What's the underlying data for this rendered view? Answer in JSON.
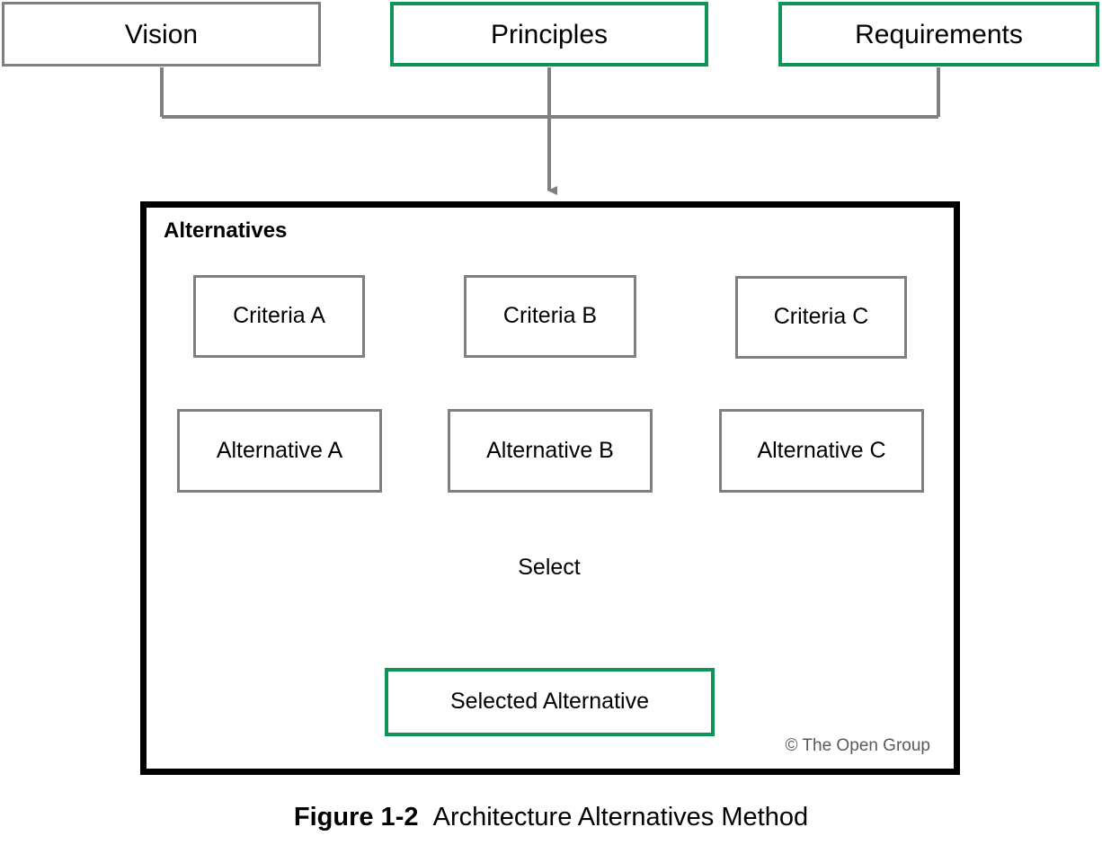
{
  "figure": {
    "caption_label": "Figure 1-2",
    "caption_title": "Architecture Alternatives Method",
    "copyright": "© The Open Group"
  },
  "colors": {
    "accent_green": "#0e9457",
    "connector_gray": "#808080",
    "box_gray": "#808080",
    "container_black": "#000000",
    "copyright_gray": "#5a5a5a",
    "background": "#ffffff"
  },
  "inputs": [
    {
      "id": "vision",
      "label": "Vision",
      "style": "gray"
    },
    {
      "id": "principles",
      "label": "Principles",
      "style": "green"
    },
    {
      "id": "requirements",
      "label": "Requirements",
      "style": "green"
    }
  ],
  "container": {
    "title": "Alternatives"
  },
  "criteria": [
    {
      "id": "criteria-a",
      "label": "Criteria A"
    },
    {
      "id": "criteria-b",
      "label": "Criteria B"
    },
    {
      "id": "criteria-c",
      "label": "Criteria C"
    }
  ],
  "alternatives": [
    {
      "id": "alternative-a",
      "label": "Alternative A"
    },
    {
      "id": "alternative-b",
      "label": "Alternative B"
    },
    {
      "id": "alternative-c",
      "label": "Alternative C"
    }
  ],
  "decision": {
    "id": "select",
    "label": "Select",
    "shape": "diamond"
  },
  "output": {
    "id": "selected-alternative",
    "label": "Selected Alternative",
    "style": "green"
  }
}
